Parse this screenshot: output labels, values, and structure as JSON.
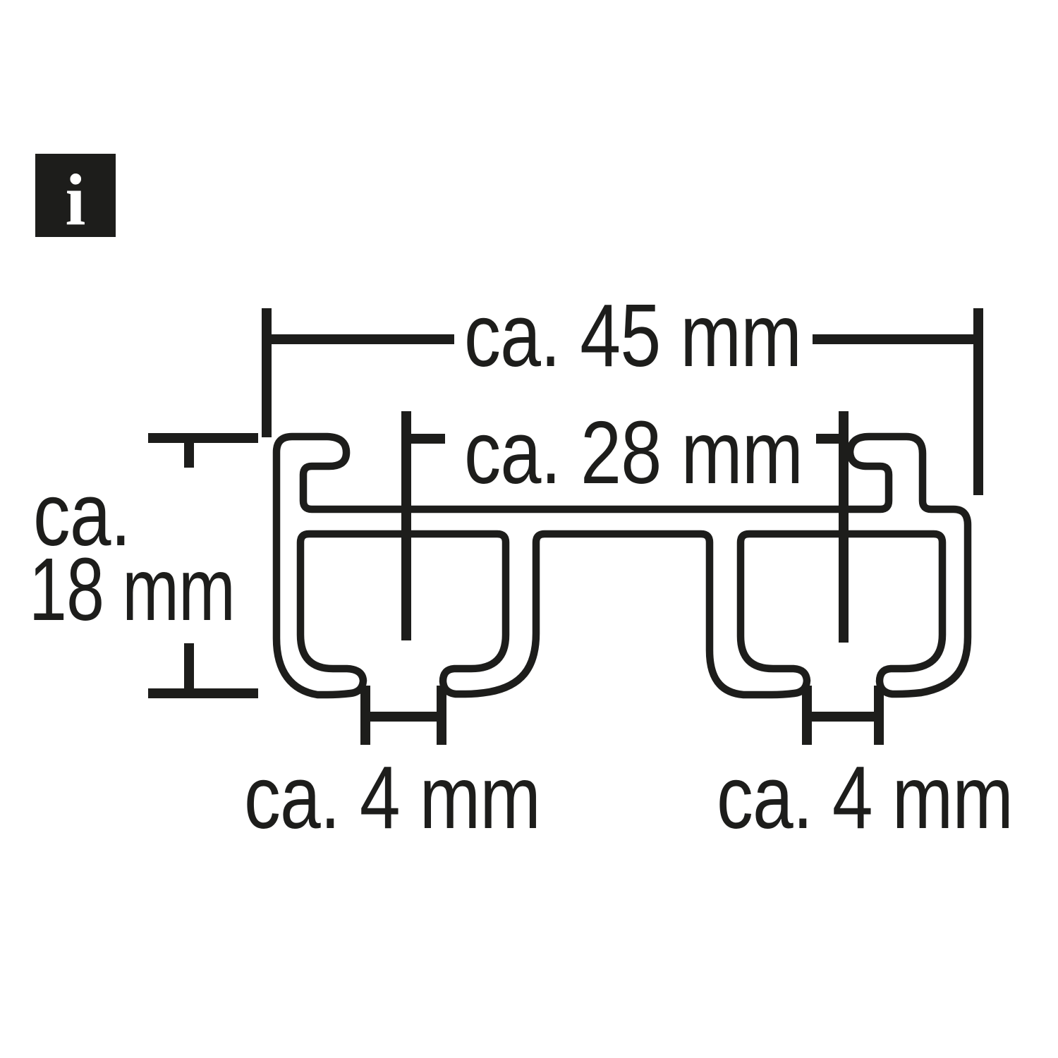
{
  "figure": {
    "type": "technical-dimension-diagram",
    "subject": "double curtain track profile cross-section",
    "ink_color": "#1d1d1b",
    "background_color": "#ffffff"
  },
  "info_icon": {
    "glyph": "i"
  },
  "dimensions": {
    "overall_width": {
      "label": "ca. 45 mm"
    },
    "track_spacing": {
      "label": "ca. 28 mm"
    },
    "profile_height": {
      "label_line1": "ca.",
      "label_line2": "18 mm"
    },
    "slot_left": {
      "label": "ca. 4 mm"
    },
    "slot_right": {
      "label": "ca. 4 mm"
    }
  }
}
